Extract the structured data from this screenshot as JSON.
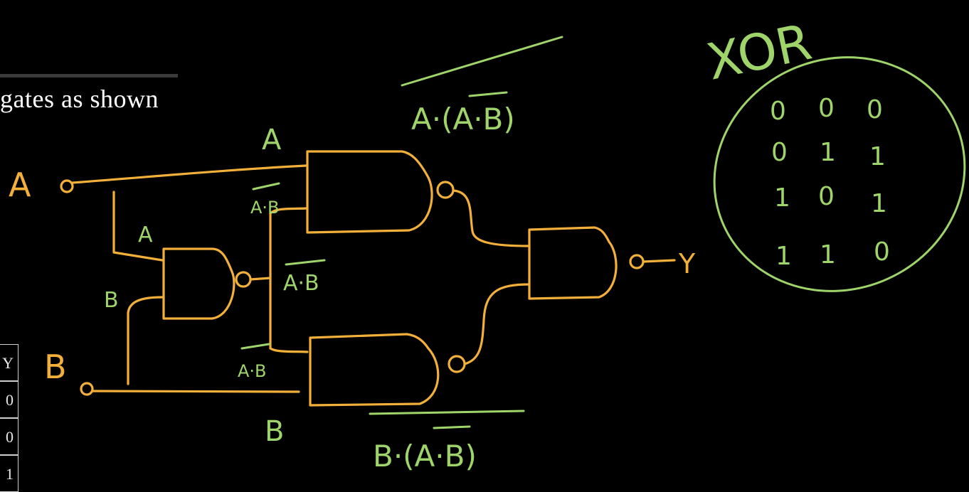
{
  "document": {
    "text": "gates as shown",
    "table_column": [
      "Y",
      "0",
      "0",
      "1"
    ]
  },
  "labels": {
    "input_a": "A",
    "input_b": "B",
    "a_top": "A",
    "a_small": "A",
    "b_small": "B",
    "b_bottom": "B",
    "nand_ab_1": "A·B",
    "nand_ab_2": "A·B",
    "nand_ab_3": "A·B",
    "expr_top": "A·(A·B)",
    "expr_bottom": "B·(A·B)",
    "output_y": "Y"
  },
  "xor_table": {
    "title": "XOR",
    "rows": [
      [
        "0",
        "0",
        "0"
      ],
      [
        "0",
        "1",
        "1"
      ],
      [
        "1",
        "0",
        "1"
      ],
      [
        "1",
        "1",
        "0"
      ]
    ]
  },
  "colors": {
    "background": "#000000",
    "wire": "#f2b03a",
    "annotation": "#9fd46a",
    "text": "#ffffff"
  }
}
